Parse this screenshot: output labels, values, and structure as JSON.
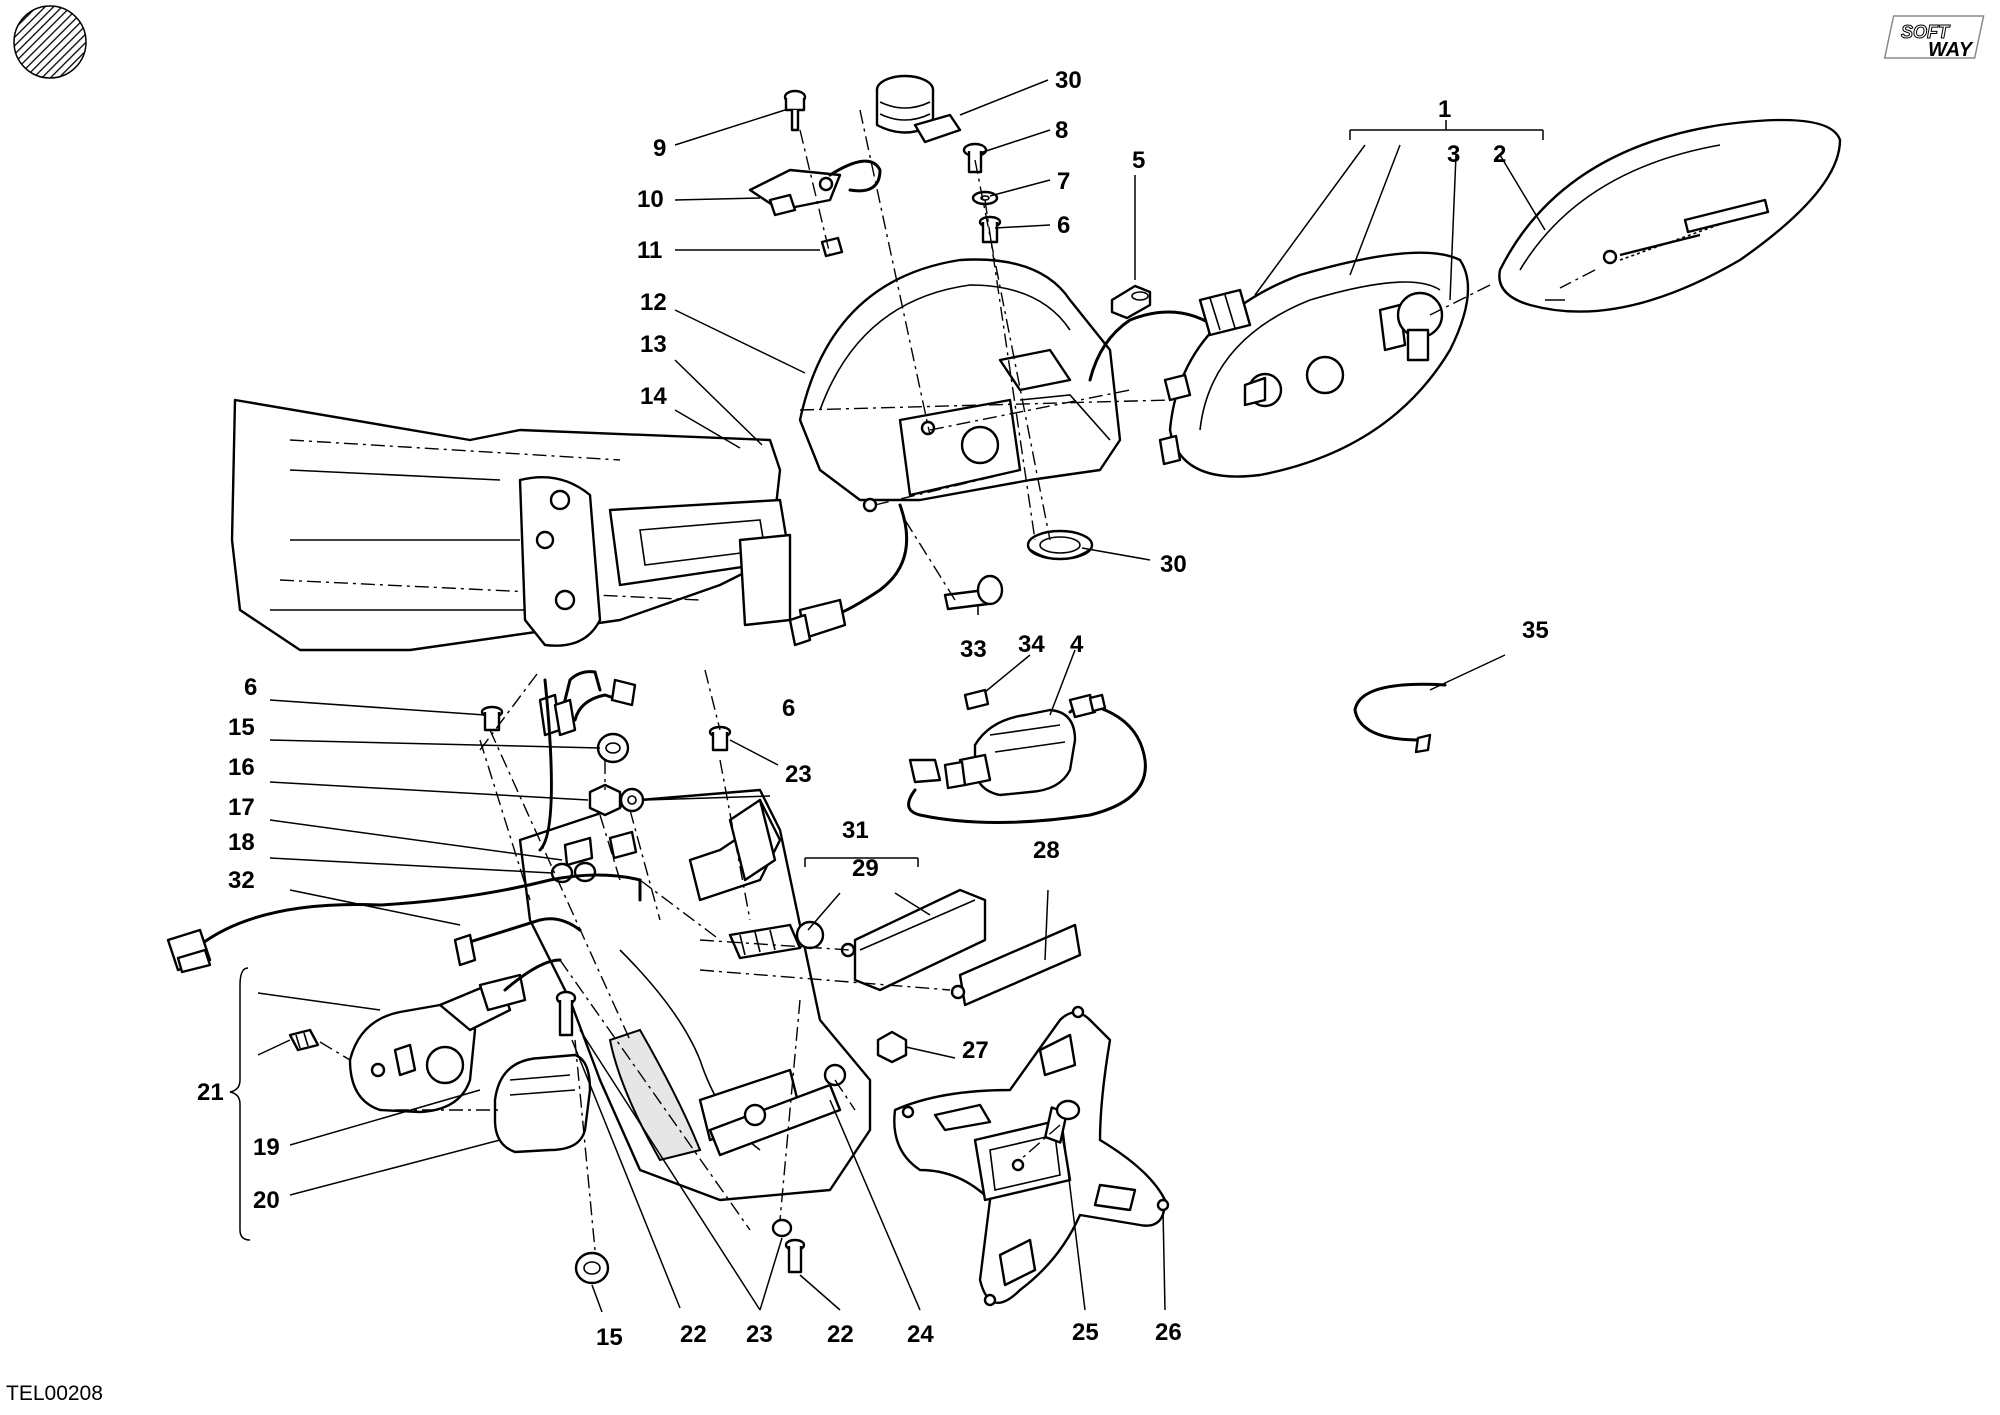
{
  "drawing_code": "TEL00208",
  "logo_text": [
    "SOFT",
    "WAY"
  ],
  "callouts": [
    {
      "id": "1"
    },
    {
      "id": "2"
    },
    {
      "id": "3"
    },
    {
      "id": "4"
    },
    {
      "id": "5"
    },
    {
      "id": "6"
    },
    {
      "id": "6"
    },
    {
      "id": "6"
    },
    {
      "id": "7"
    },
    {
      "id": "8"
    },
    {
      "id": "9"
    },
    {
      "id": "10"
    },
    {
      "id": "11"
    },
    {
      "id": "12"
    },
    {
      "id": "13"
    },
    {
      "id": "14"
    },
    {
      "id": "15"
    },
    {
      "id": "15"
    },
    {
      "id": "16"
    },
    {
      "id": "17"
    },
    {
      "id": "18"
    },
    {
      "id": "19"
    },
    {
      "id": "20"
    },
    {
      "id": "21"
    },
    {
      "id": "22"
    },
    {
      "id": "22"
    },
    {
      "id": "23"
    },
    {
      "id": "23"
    },
    {
      "id": "24"
    },
    {
      "id": "25"
    },
    {
      "id": "26"
    },
    {
      "id": "27"
    },
    {
      "id": "28"
    },
    {
      "id": "29"
    },
    {
      "id": "30"
    },
    {
      "id": "30"
    },
    {
      "id": "31"
    },
    {
      "id": "32"
    },
    {
      "id": "33"
    },
    {
      "id": "34"
    },
    {
      "id": "35"
    }
  ]
}
